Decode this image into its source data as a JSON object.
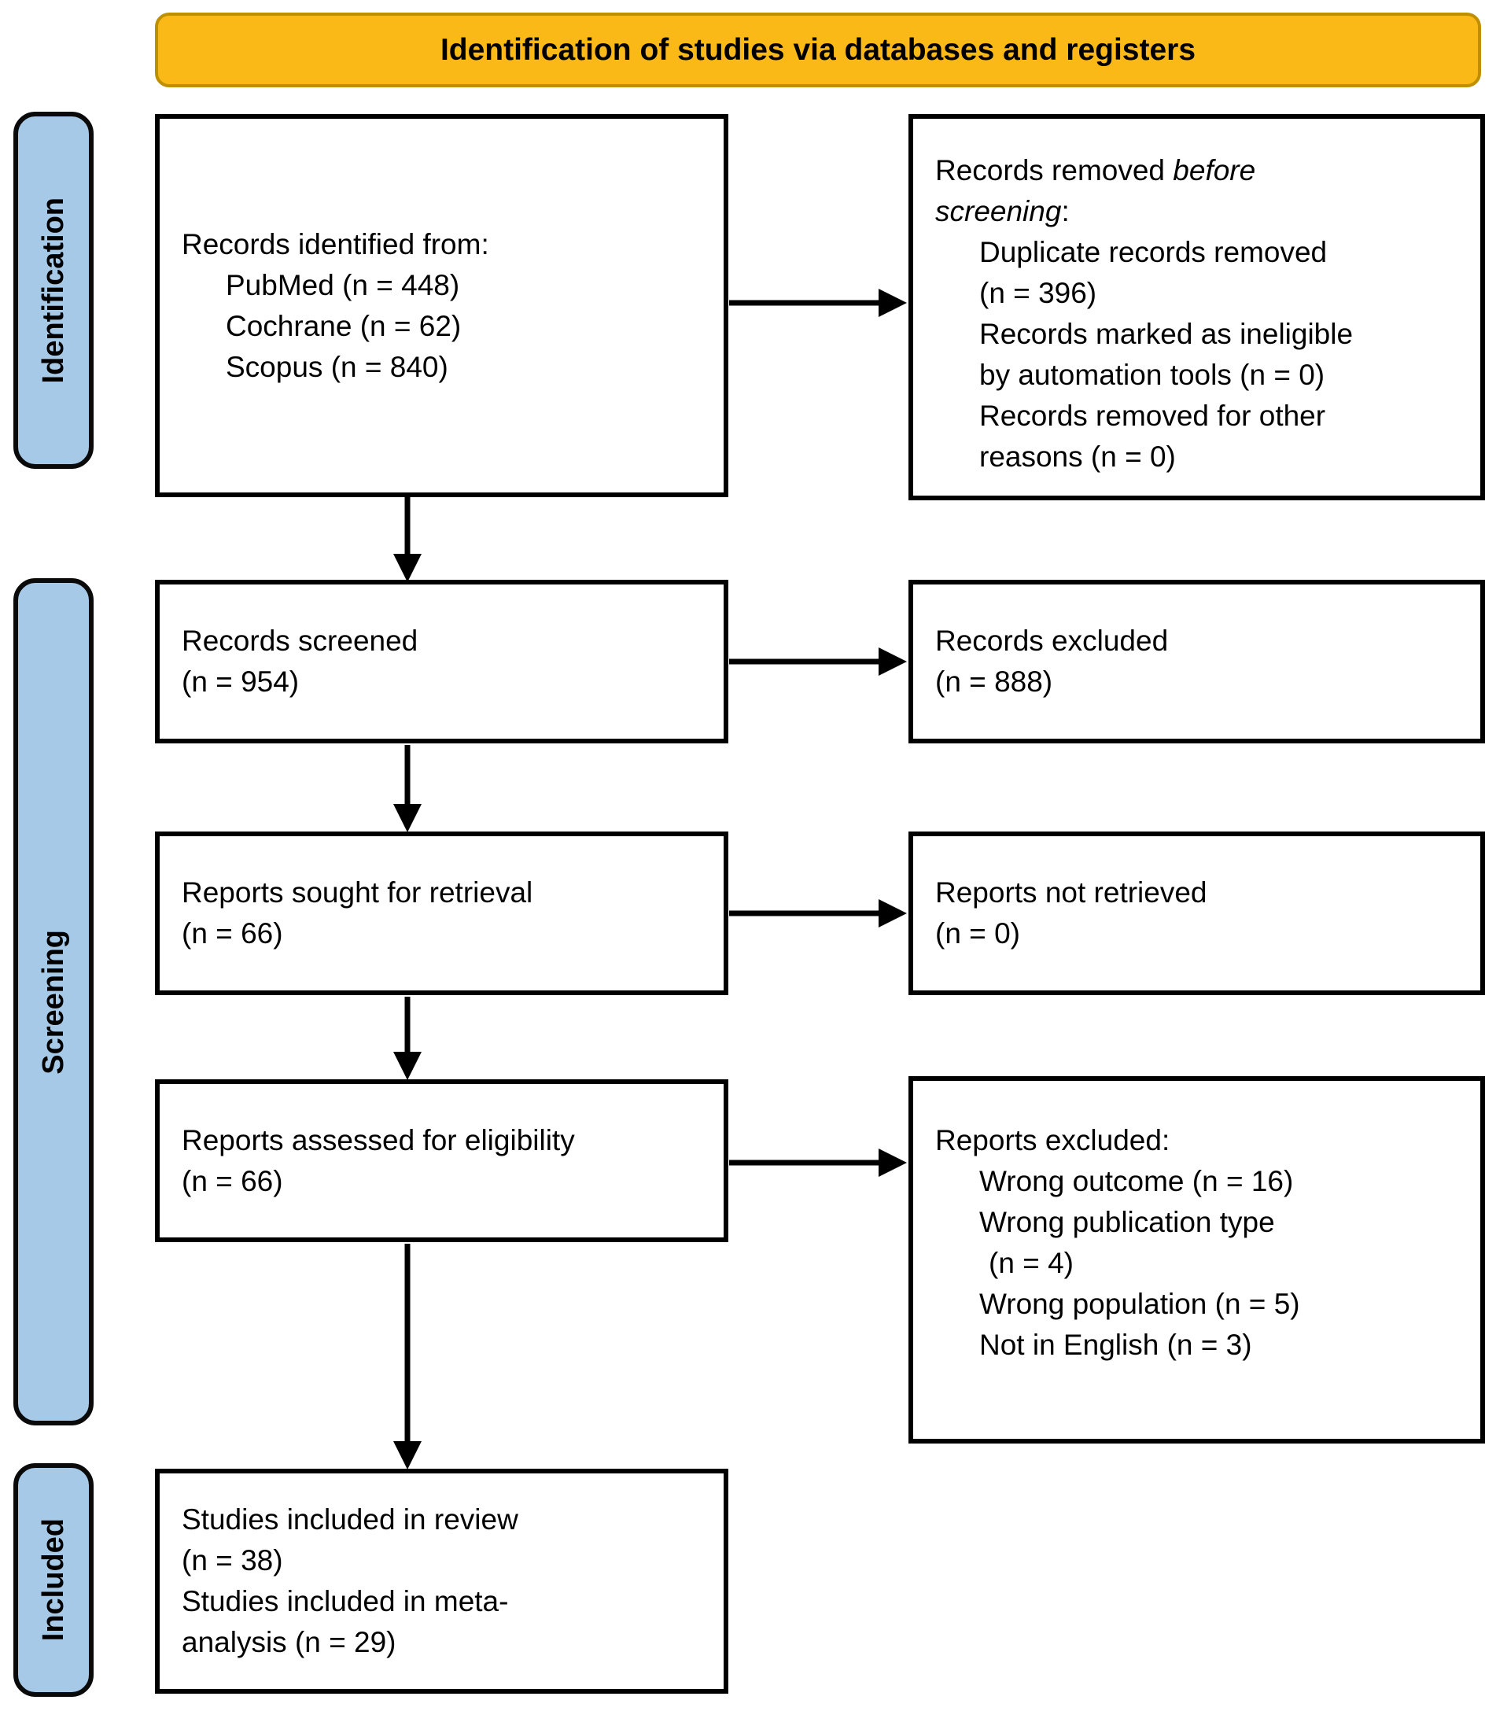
{
  "banner": {
    "title": "Identification of studies via databases and registers"
  },
  "stages": [
    {
      "label": "Identification"
    },
    {
      "label": "Screening"
    },
    {
      "label": "Included"
    }
  ],
  "boxes": {
    "records_identified": {
      "title": "Records identified from:",
      "items": [
        "PubMed (n = 448)",
        "Cochrane (n = 62)",
        "Scopus (n = 840)"
      ]
    },
    "records_removed": {
      "lead1_text": "Records removed ",
      "lead1_italic": "before",
      "lead2_italic": "screening",
      "lead2_text": ":",
      "items": [
        [
          "Duplicate records removed",
          "(n = 396)"
        ],
        [
          "Records marked as ineligible",
          "by automation tools (n = 0)"
        ],
        [
          "Records removed for other",
          "reasons (n = 0)"
        ]
      ]
    },
    "records_screened": {
      "lines": [
        "Records screened",
        "(n = 954)"
      ]
    },
    "records_excluded": {
      "lines": [
        "Records excluded",
        "(n = 888)"
      ]
    },
    "reports_sought": {
      "lines": [
        "Reports sought for retrieval",
        "(n = 66)"
      ]
    },
    "reports_not_retrieved": {
      "lines": [
        "Reports not retrieved",
        "(n = 0)"
      ]
    },
    "reports_assessed": {
      "lines": [
        "Reports assessed for eligibility",
        "(n = 66)"
      ]
    },
    "reports_excluded": {
      "title": "Reports excluded:",
      "items": [
        [
          "Wrong outcome (n = 16)"
        ],
        [
          "Wrong publication type",
          "(n = 4)"
        ],
        [
          "Wrong population (n = 5)"
        ],
        [
          "Not in English (n = 3)"
        ]
      ]
    },
    "studies_included": {
      "lines": [
        "Studies included in review",
        "(n = 38)",
        "Studies included in meta-",
        "analysis (n = 29)"
      ]
    }
  },
  "colors": {
    "banner_fill": "#FBB917",
    "banner_border": "#BE8F00",
    "stage_fill": "#A6C9E8",
    "box_border": "#000000",
    "arrow": "#000000"
  }
}
